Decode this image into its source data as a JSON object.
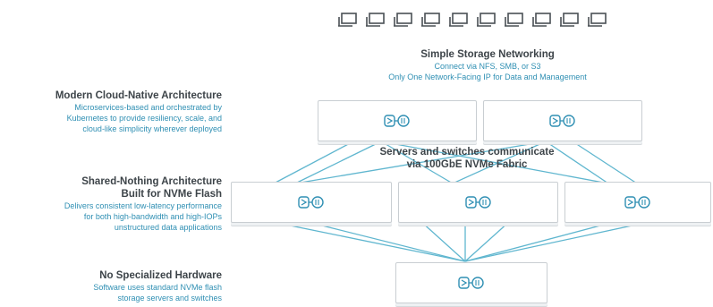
{
  "colors": {
    "accent": "#2f8fb3",
    "heading": "#3d4449",
    "line": "#5fb6cf",
    "box_border": "#c9ced2"
  },
  "client_icons": [
    "computer-icon",
    "computer-icon",
    "computer-icon",
    "computer-icon",
    "computer-icon",
    "computer-icon",
    "computer-icon",
    "computer-icon",
    "computer-icon",
    "computer-icon"
  ],
  "top": {
    "title": "Simple Storage Networking",
    "line1": "Connect via NFS, SMB, or S3",
    "line2": "Only One Network-Facing IP for Data and Management"
  },
  "fabric": {
    "line1": "Servers and switches communicate",
    "line2": "via 100GbE NVMe Fabric"
  },
  "sections": [
    {
      "title": "Modern Cloud-Native Architecture",
      "lines": [
        "Microservices-based and orchestrated by",
        "Kubernetes to provide resiliency, scale, and",
        "cloud-like simplicity wherever deployed"
      ]
    },
    {
      "title_lines": [
        "Shared-Nothing Architecture",
        "Built for NVMe Flash"
      ],
      "lines": [
        "Delivers consistent low-latency performance",
        "for both high-bandwidth and high-IOPs",
        "unstructured data applications"
      ]
    },
    {
      "title": "No Specialized Hardware",
      "lines": [
        "Software uses standard NVMe flash",
        "storage servers and switches"
      ]
    }
  ]
}
